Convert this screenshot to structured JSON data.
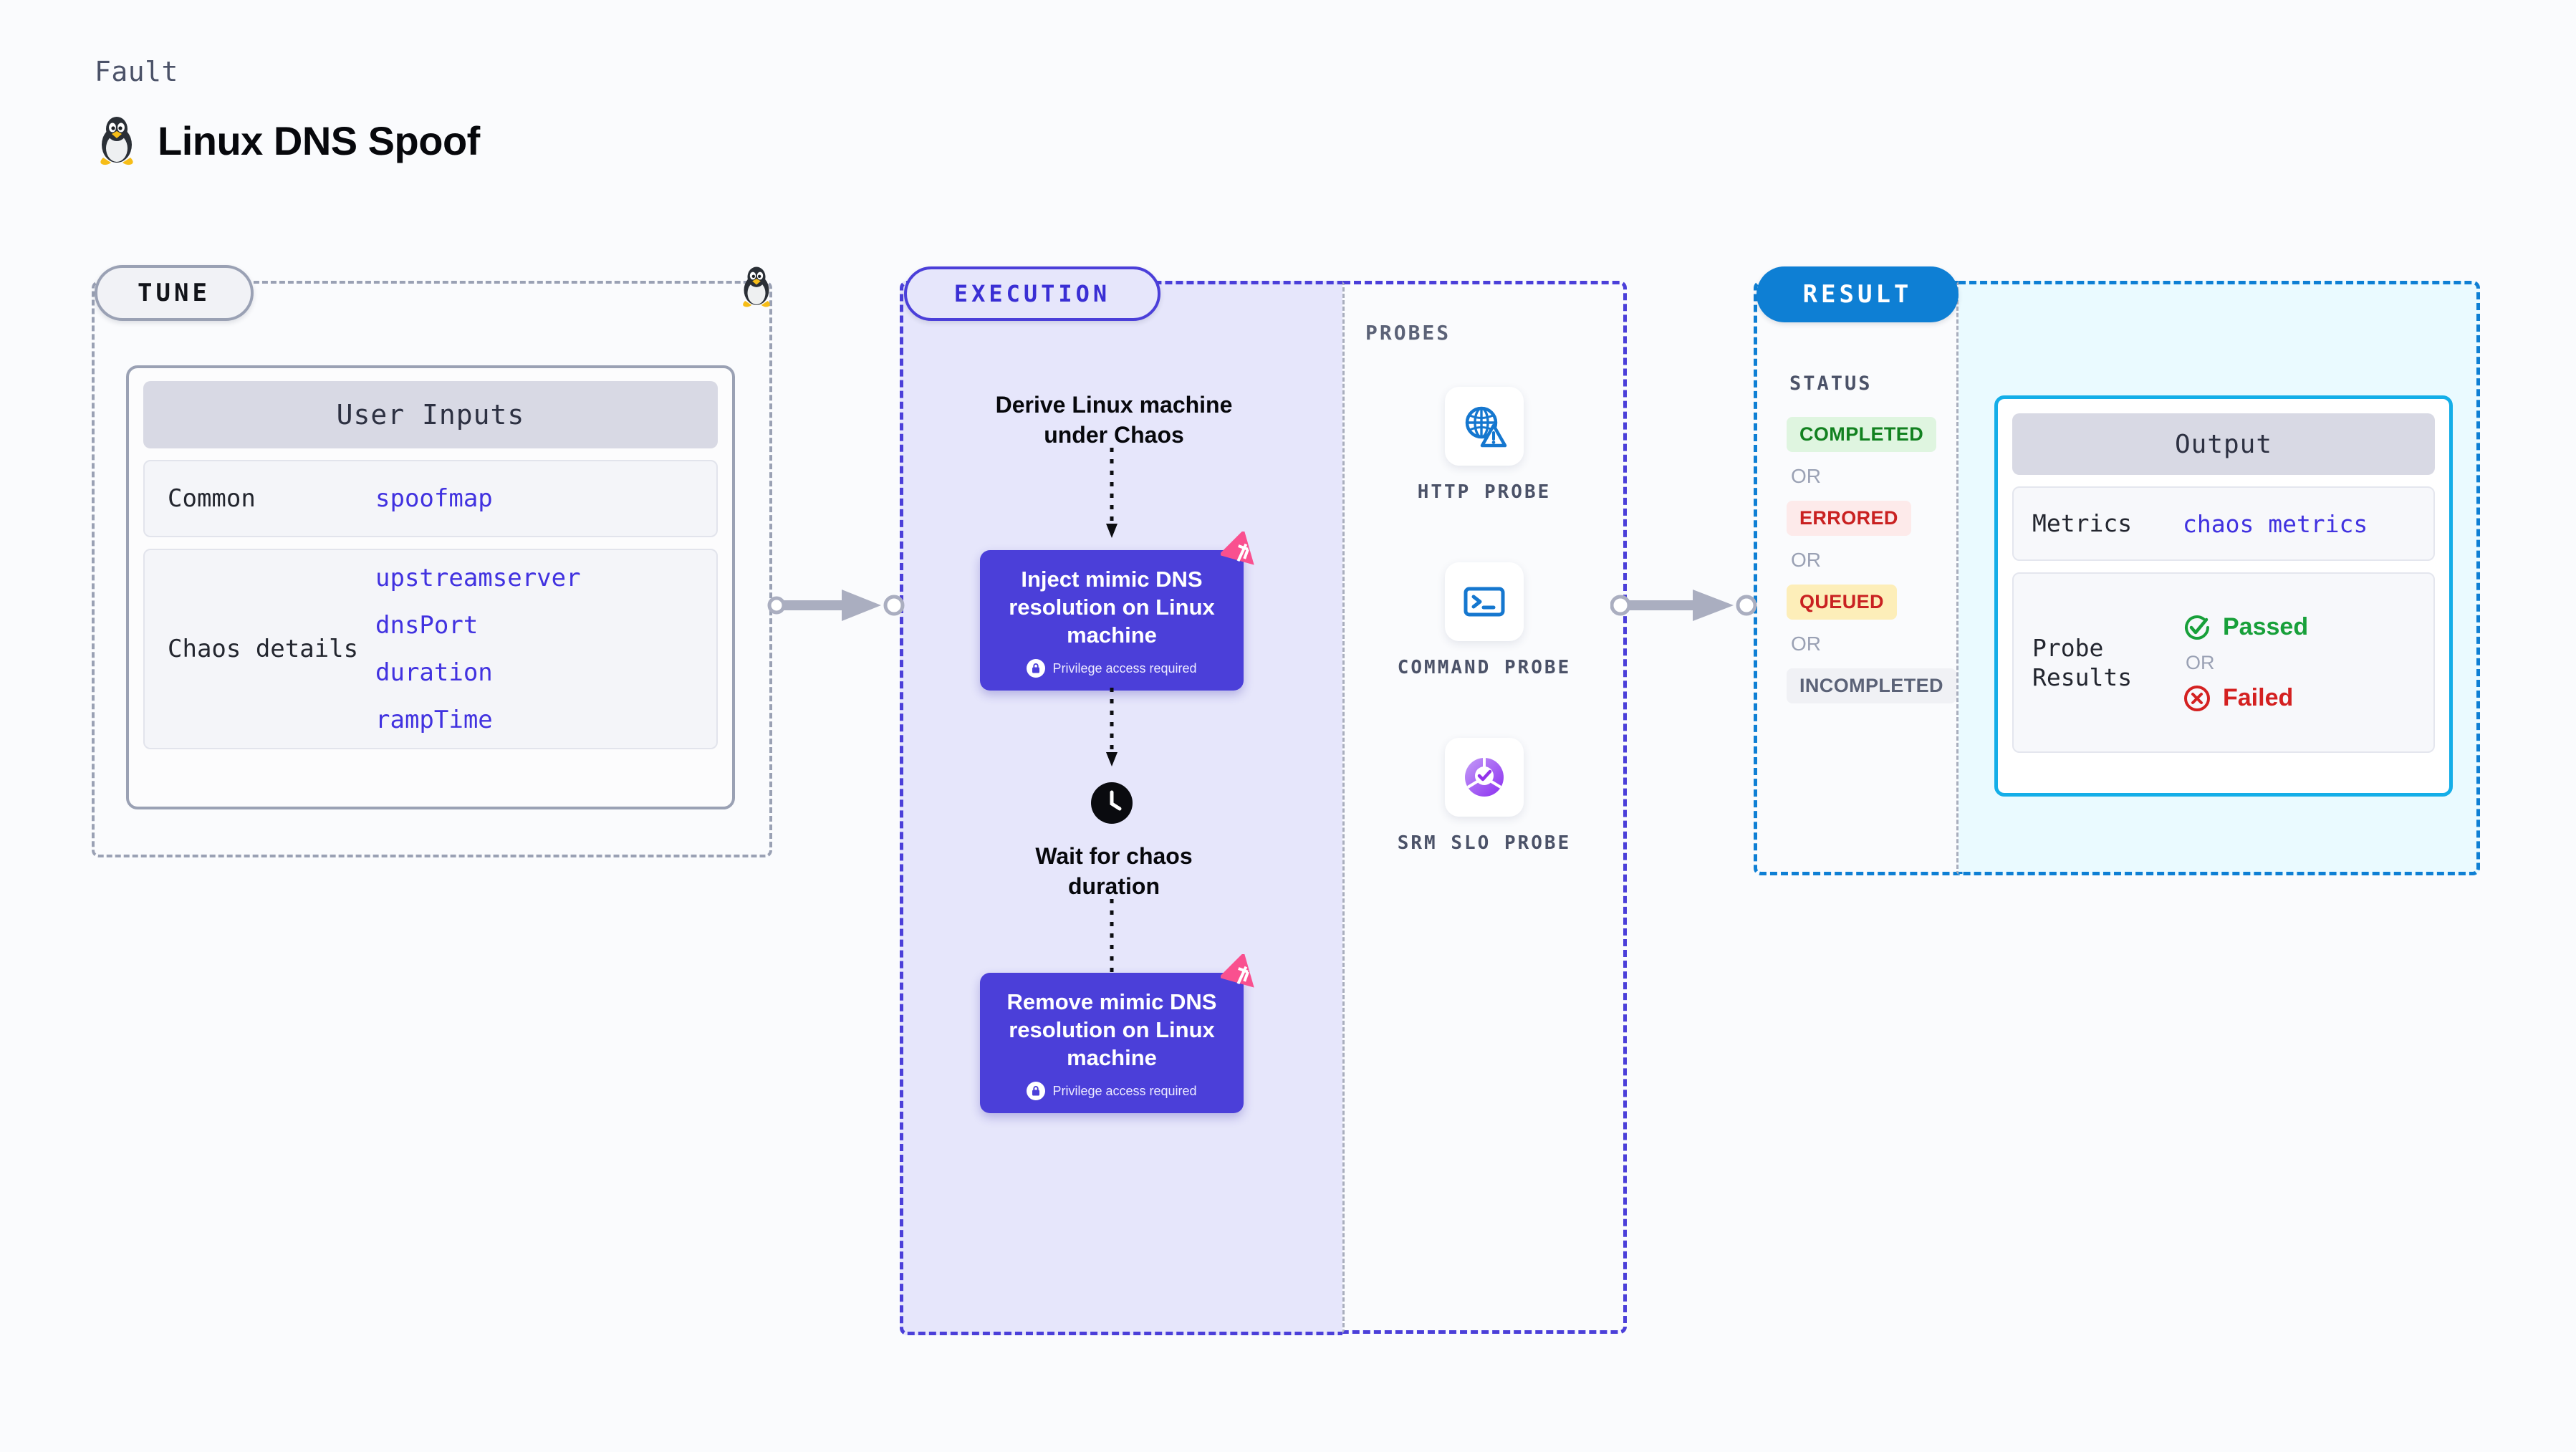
{
  "header": {
    "kicker": "Fault",
    "title": "Linux DNS Spoof",
    "icon": "linux-penguin-icon"
  },
  "tune": {
    "pill_label": "TUNE",
    "corner_icon": "linux-penguin-icon",
    "card": {
      "section_title": "User Inputs",
      "rows": [
        {
          "key": "Common",
          "values": [
            "spoofmap"
          ]
        },
        {
          "key": "Chaos details",
          "values": [
            "upstreamserver",
            "dnsPort",
            "duration",
            "rampTime"
          ]
        }
      ]
    }
  },
  "connectors": {
    "tune_to_execution": "arrow-right-icon",
    "probes_to_result": "arrow-right-icon"
  },
  "execution": {
    "pill_label": "EXECUTION",
    "steps": [
      {
        "type": "plain",
        "label": "Derive Linux machine\nunder Chaos"
      },
      {
        "type": "action",
        "label": "Inject mimic DNS resolution on Linux machine",
        "privilege": "Privilege access required",
        "badge": "chaos-fault-badge-icon",
        "lock": "lock-icon"
      },
      {
        "type": "wait",
        "label": "Wait for chaos\nduration",
        "icon": "clock-icon"
      },
      {
        "type": "action",
        "label": "Remove mimic DNS resolution on Linux machine",
        "privilege": "Privilege access required",
        "badge": "chaos-fault-badge-icon",
        "lock": "lock-icon"
      }
    ]
  },
  "probes": {
    "label": "PROBES",
    "items": [
      {
        "name": "HTTP PROBE",
        "icon": "globe-warning-icon"
      },
      {
        "name": "COMMAND PROBE",
        "icon": "terminal-icon"
      },
      {
        "name": "SRM SLO PROBE",
        "icon": "slo-donut-check-icon"
      }
    ]
  },
  "result": {
    "pill_label": "RESULT",
    "status_label": "STATUS",
    "or_label": "OR",
    "statuses": [
      {
        "label": "COMPLETED",
        "bg": "#dff5e0",
        "fg": "#128120"
      },
      {
        "label": "ERRORED",
        "bg": "#fdeaea",
        "fg": "#c92121"
      },
      {
        "label": "QUEUED",
        "bg": "#fdeeb9",
        "fg": "#c92121"
      },
      {
        "label": "INCOMPLETED",
        "bg": "#f0f1f5",
        "fg": "#5b6277"
      }
    ],
    "output": {
      "section_title": "Output",
      "metrics_key": "Metrics",
      "metrics_value": "chaos metrics",
      "probe_results_key": "Probe Results",
      "passed_label": "Passed",
      "failed_label": "Failed",
      "or_label": "OR",
      "passed_icon": "check-circle-icon",
      "failed_icon": "x-circle-icon"
    }
  },
  "colors": {
    "accent_purple": "#4b3fd9",
    "accent_blue": "#0e7fd4",
    "accent_cyan": "#14aee8",
    "pink_badge": "#f9508f",
    "link": "#4132e0",
    "page_bg": "#fafbfd"
  }
}
